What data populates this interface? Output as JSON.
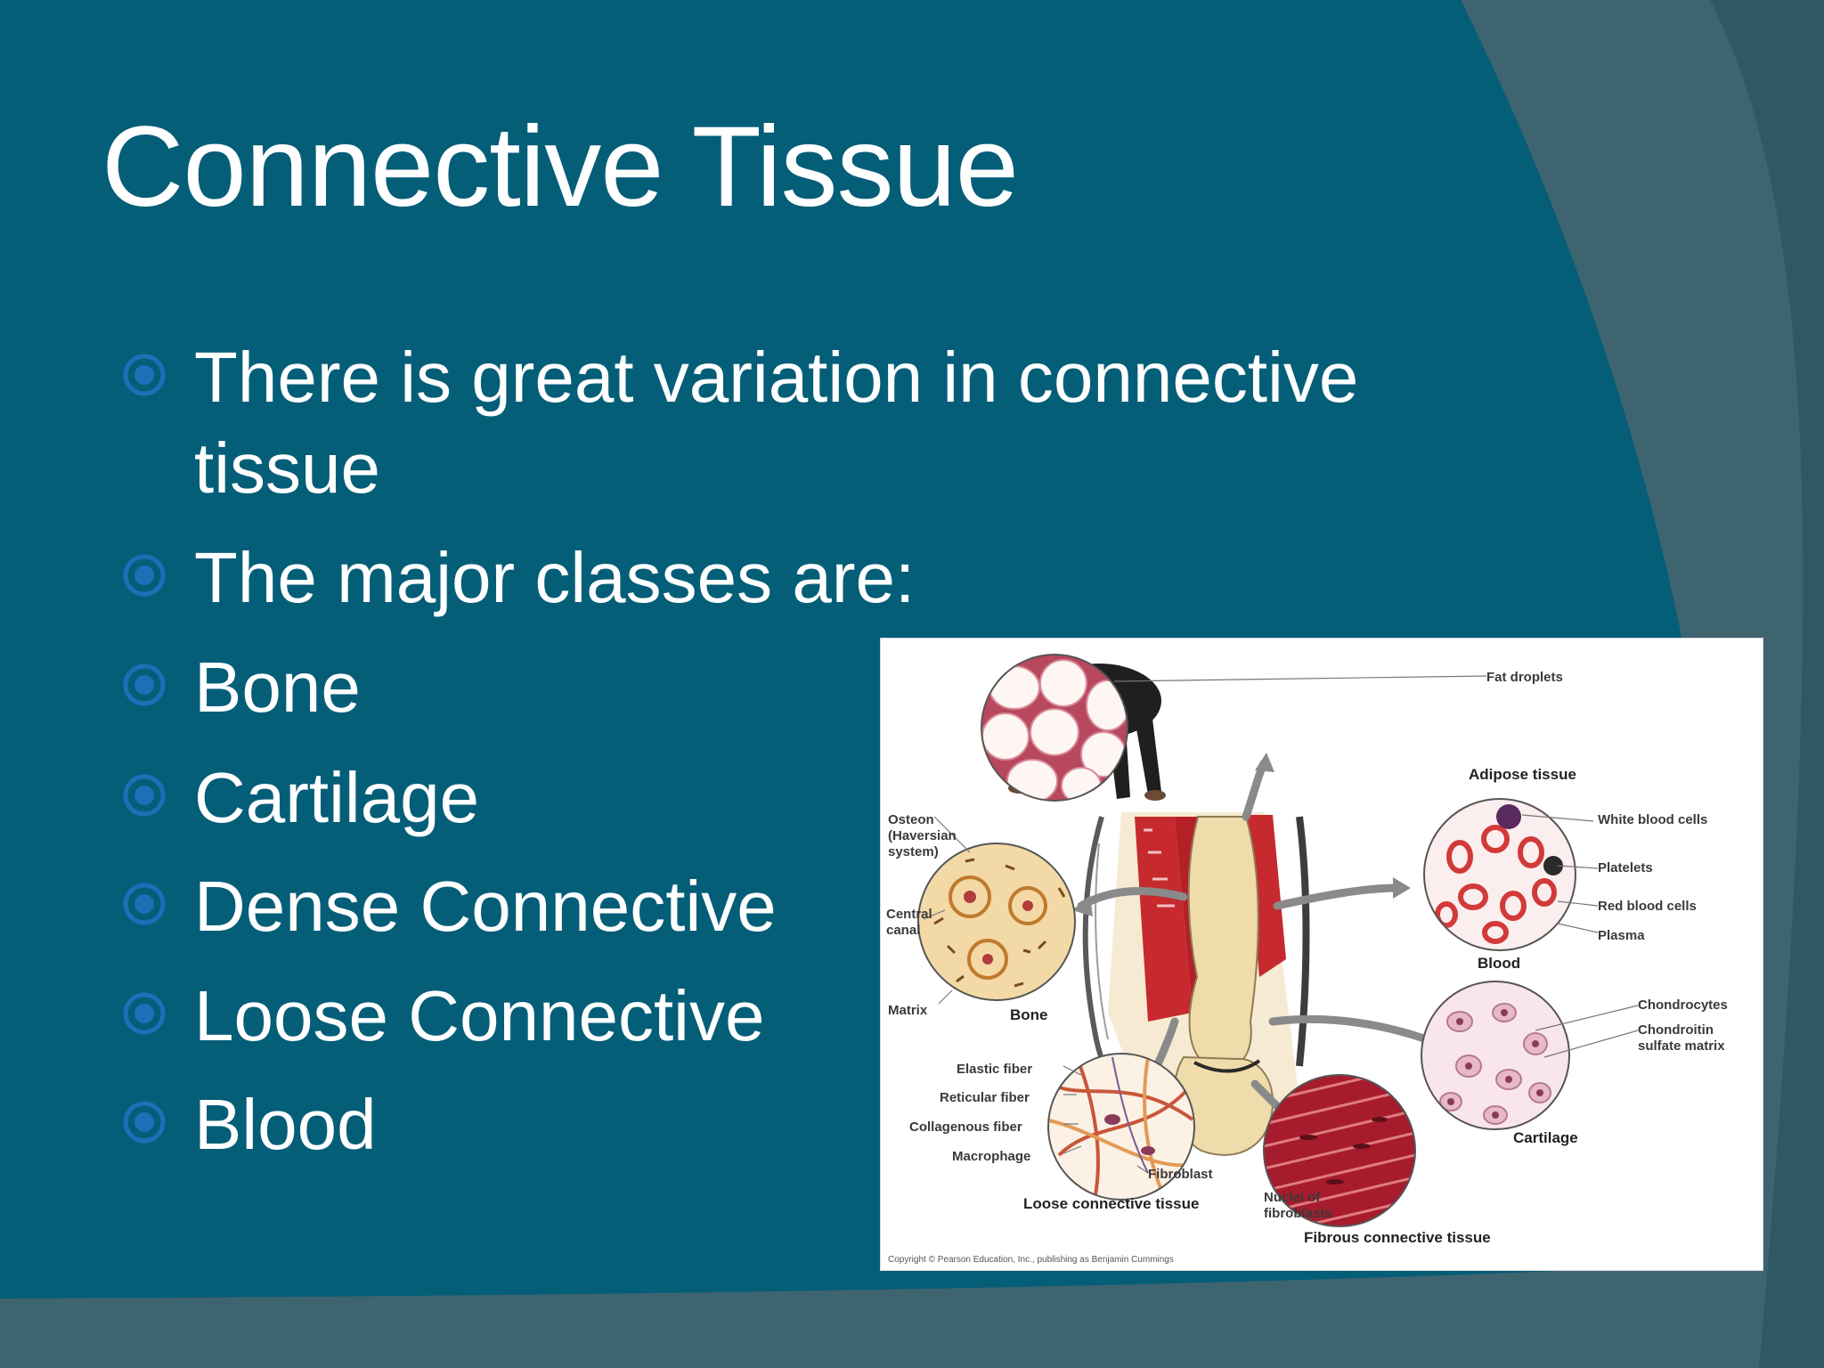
{
  "slide": {
    "title": "Connective Tissue",
    "bullets": [
      {
        "text": "There is great variation in connective tissue"
      },
      {
        "text": "The major classes are:"
      },
      {
        "text": "Bone"
      },
      {
        "text": "Cartilage"
      },
      {
        "text": "Dense Connective"
      },
      {
        "text": "Loose Connective"
      },
      {
        "text": "Blood"
      }
    ],
    "bullet_icon": "circled-dot-icon"
  },
  "figure": {
    "labels": {
      "fat_droplets": "Fat droplets",
      "adipose_tissue": "Adipose tissue",
      "osteon_1": "Osteon",
      "osteon_2": "(Haversian",
      "osteon_3": "system)",
      "central_1": "Central",
      "central_2": "canal",
      "matrix": "Matrix",
      "bone": "Bone",
      "white_blood_cells": "White blood cells",
      "platelets": "Platelets",
      "red_blood_cells": "Red blood cells",
      "plasma": "Plasma",
      "blood": "Blood",
      "chondrocytes": "Chondrocytes",
      "chondroitin_1": "Chondroitin",
      "chondroitin_2": "sulfate matrix",
      "cartilage": "Cartilage",
      "elastic_fiber": "Elastic fiber",
      "reticular_fiber": "Reticular fiber",
      "collagenous_fiber": "Collagenous fiber",
      "macrophage": "Macrophage",
      "fibroblast": "Fibroblast",
      "loose_connective_tissue": "Loose connective tissue",
      "nuclei_1": "Nuclei of",
      "nuclei_2": "fibroblasts",
      "fibrous_connective_tissue": "Fibrous connective tissue",
      "copyright": "Copyright © Pearson Education, Inc., publishing as Benjamin Cummings"
    }
  },
  "colors": {
    "background_main": "#055e78",
    "background_dark": "#3e6470",
    "title_text": "#ffffff",
    "bullet_icon": "#1d6fb8"
  }
}
